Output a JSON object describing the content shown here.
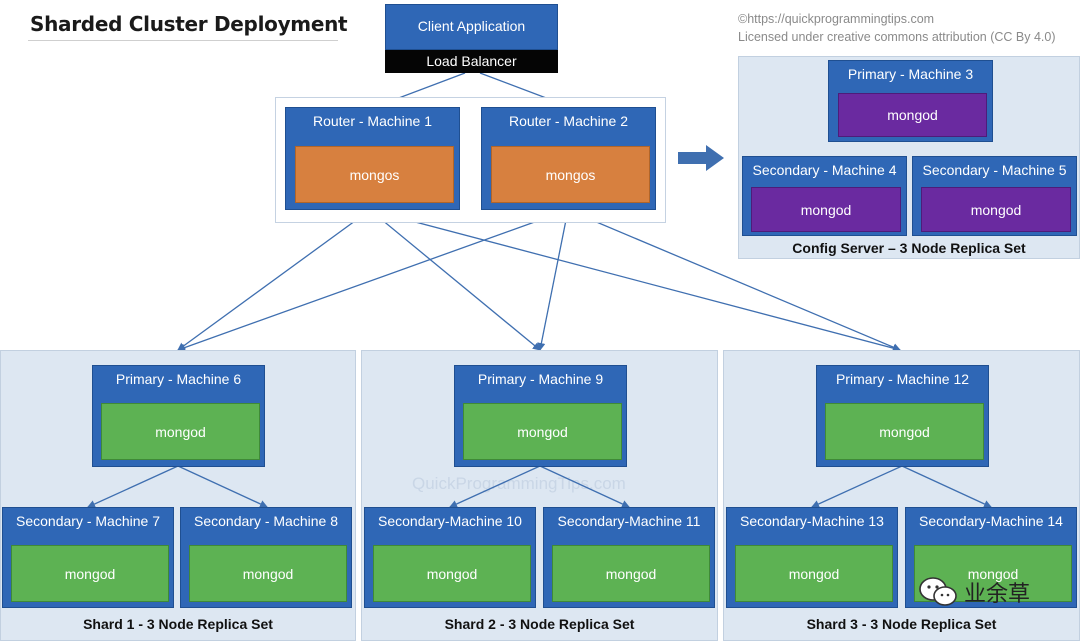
{
  "title": "Sharded Cluster Deployment",
  "copyright": {
    "line1": "©https://quickprogrammingtips.com",
    "line2": "Licensed under creative commons attribution (CC By 4.0)"
  },
  "client": {
    "label": "Client Application",
    "load_balancer": "Load Balancer"
  },
  "routers": [
    {
      "label": "Router - Machine 1",
      "process": "mongos"
    },
    {
      "label": "Router - Machine 2",
      "process": "mongos"
    }
  ],
  "config_server": {
    "label": "Config Server – 3 Node Replica Set",
    "primary": {
      "label": "Primary - Machine 3",
      "process": "mongod"
    },
    "secondaries": [
      {
        "label": "Secondary - Machine 4",
        "process": "mongod"
      },
      {
        "label": "Secondary - Machine 5",
        "process": "mongod"
      }
    ]
  },
  "shards": [
    {
      "label": "Shard 1 - 3 Node Replica Set",
      "primary": {
        "label": "Primary - Machine 6",
        "process": "mongod"
      },
      "secondaries": [
        {
          "label": "Secondary - Machine 7",
          "process": "mongod"
        },
        {
          "label": "Secondary - Machine 8",
          "process": "mongod"
        }
      ]
    },
    {
      "label": "Shard 2 - 3 Node Replica Set",
      "primary": {
        "label": "Primary - Machine 9",
        "process": "mongod"
      },
      "secondaries": [
        {
          "label": "Secondary-Machine 10",
          "process": "mongod"
        },
        {
          "label": "Secondary-Machine 11",
          "process": "mongod"
        }
      ]
    },
    {
      "label": "Shard 3 - 3 Node Replica Set",
      "primary": {
        "label": "Primary - Machine 12",
        "process": "mongod"
      },
      "secondaries": [
        {
          "label": "Secondary-Machine 13",
          "process": "mongod"
        },
        {
          "label": "Secondary-Machine 14",
          "process": "mongod"
        }
      ]
    }
  ],
  "watermark": "QuickProgrammingTips.com",
  "wechat_badge": {
    "icon": "wechat-icon",
    "text": "业余草"
  },
  "colors": {
    "machine": "#2f67b6",
    "mongos": "#d7803f",
    "config_mongod": "#6a2aa0",
    "shard_mongod": "#5db253",
    "group_bg": "#dde7f2",
    "connector": "#3f6fb0"
  }
}
